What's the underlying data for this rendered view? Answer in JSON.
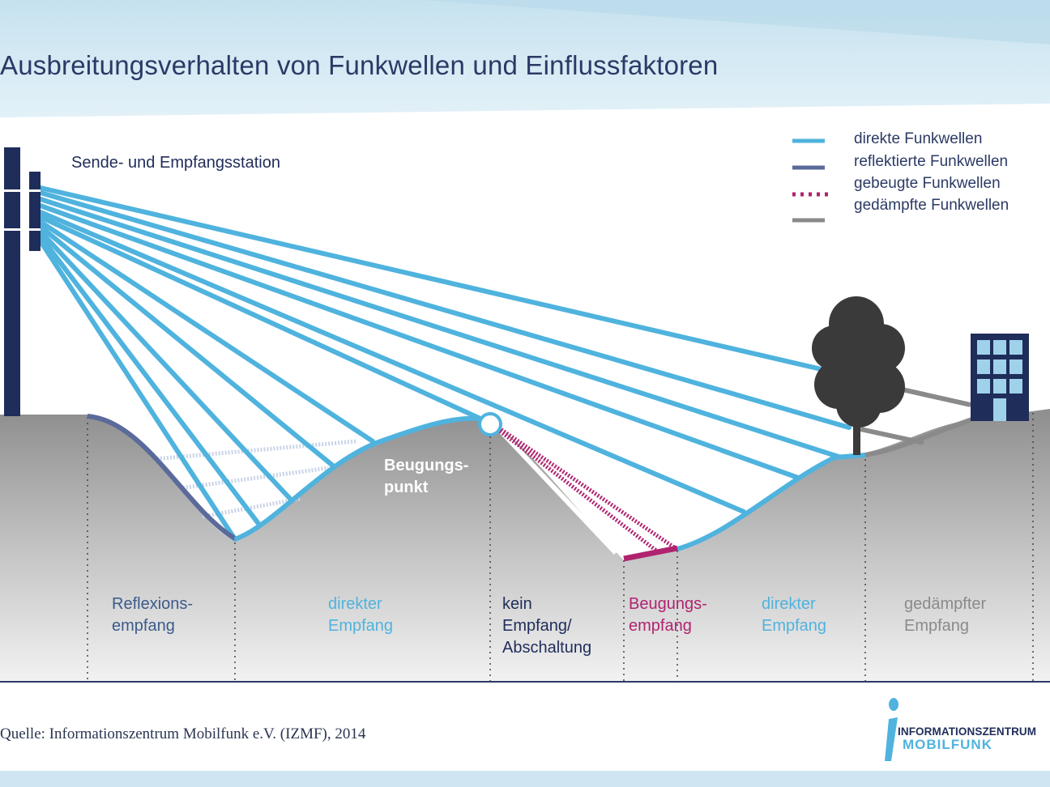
{
  "title": "Ausbreitungsverhalten von Funkwellen und Einflussfaktoren",
  "station_label": "Sende- und Empfangsstation",
  "legend": [
    {
      "label": "direkte Funkwellen",
      "color": "#4fb3de",
      "style": "solid"
    },
    {
      "label": "reflektierte Funkwellen",
      "color": "#5a6a9a",
      "style": "solid"
    },
    {
      "label": "gebeugte Funkwellen",
      "color": "#b0236f",
      "style": "dotted"
    },
    {
      "label": "gedämpfte Funkwellen",
      "color": "#8a8a8a",
      "style": "solid"
    }
  ],
  "diffraction_point_label": [
    "Beugungs-",
    "punkt"
  ],
  "zones": [
    {
      "lines": [
        "Reflexions-",
        "empfang"
      ],
      "color": "#3c5a8a"
    },
    {
      "lines": [
        "direkter",
        "Empfang"
      ],
      "color": "#4fb3de"
    },
    {
      "lines": [
        "kein",
        "Empfang/",
        "Abschaltung"
      ],
      "color": "#1f2d5a"
    },
    {
      "lines": [
        "Beugungs-",
        "empfang"
      ],
      "color": "#b0236f"
    },
    {
      "lines": [
        "direkter",
        "Empfang"
      ],
      "color": "#4fb3de"
    },
    {
      "lines": [
        "gedämpfter",
        "Empfang"
      ],
      "color": "#8a8a8a"
    }
  ],
  "source": "Quelle: Informationszentrum Mobilfunk e.V. (IZMF), 2014",
  "logo": {
    "line1": "INFORMATIONSZENTRUM",
    "line2": "MOBILFUNK"
  }
}
